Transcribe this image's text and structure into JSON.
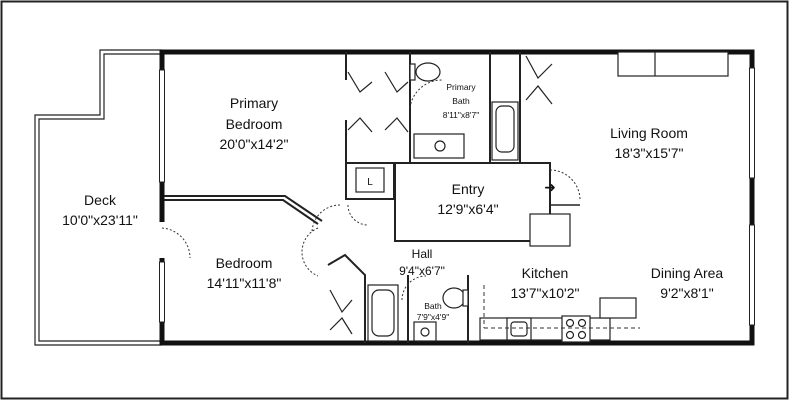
{
  "rooms": {
    "deck": {
      "name": "Deck",
      "dims": "10'0\"x23'11\""
    },
    "primary_bedroom": {
      "name_line1": "Primary",
      "name_line2": "Bedroom",
      "dims": "20'0\"x14'2\""
    },
    "primary_bath": {
      "name_line1": "Primary",
      "name_line2": "Bath",
      "dims": "8'11\"x8'7\""
    },
    "living_room": {
      "name": "Living Room",
      "dims": "18'3\"x15'7\""
    },
    "entry": {
      "name": "Entry",
      "dims": "12'9\"x6'4\""
    },
    "bedroom": {
      "name": "Bedroom",
      "dims": "14'11\"x11'8\""
    },
    "hall": {
      "name": "Hall",
      "dims": "9'4\"x6'7\""
    },
    "bath": {
      "name": "Bath",
      "dims": "7'9\"x4'9\""
    },
    "kitchen": {
      "name": "Kitchen",
      "dims": "13'7\"x10'2\""
    },
    "dining_area": {
      "name": "Dining Area",
      "dims": "9'2\"x8'1\""
    }
  },
  "symbols": {
    "laundry_letter": "L",
    "entry_arrow": "➜"
  }
}
